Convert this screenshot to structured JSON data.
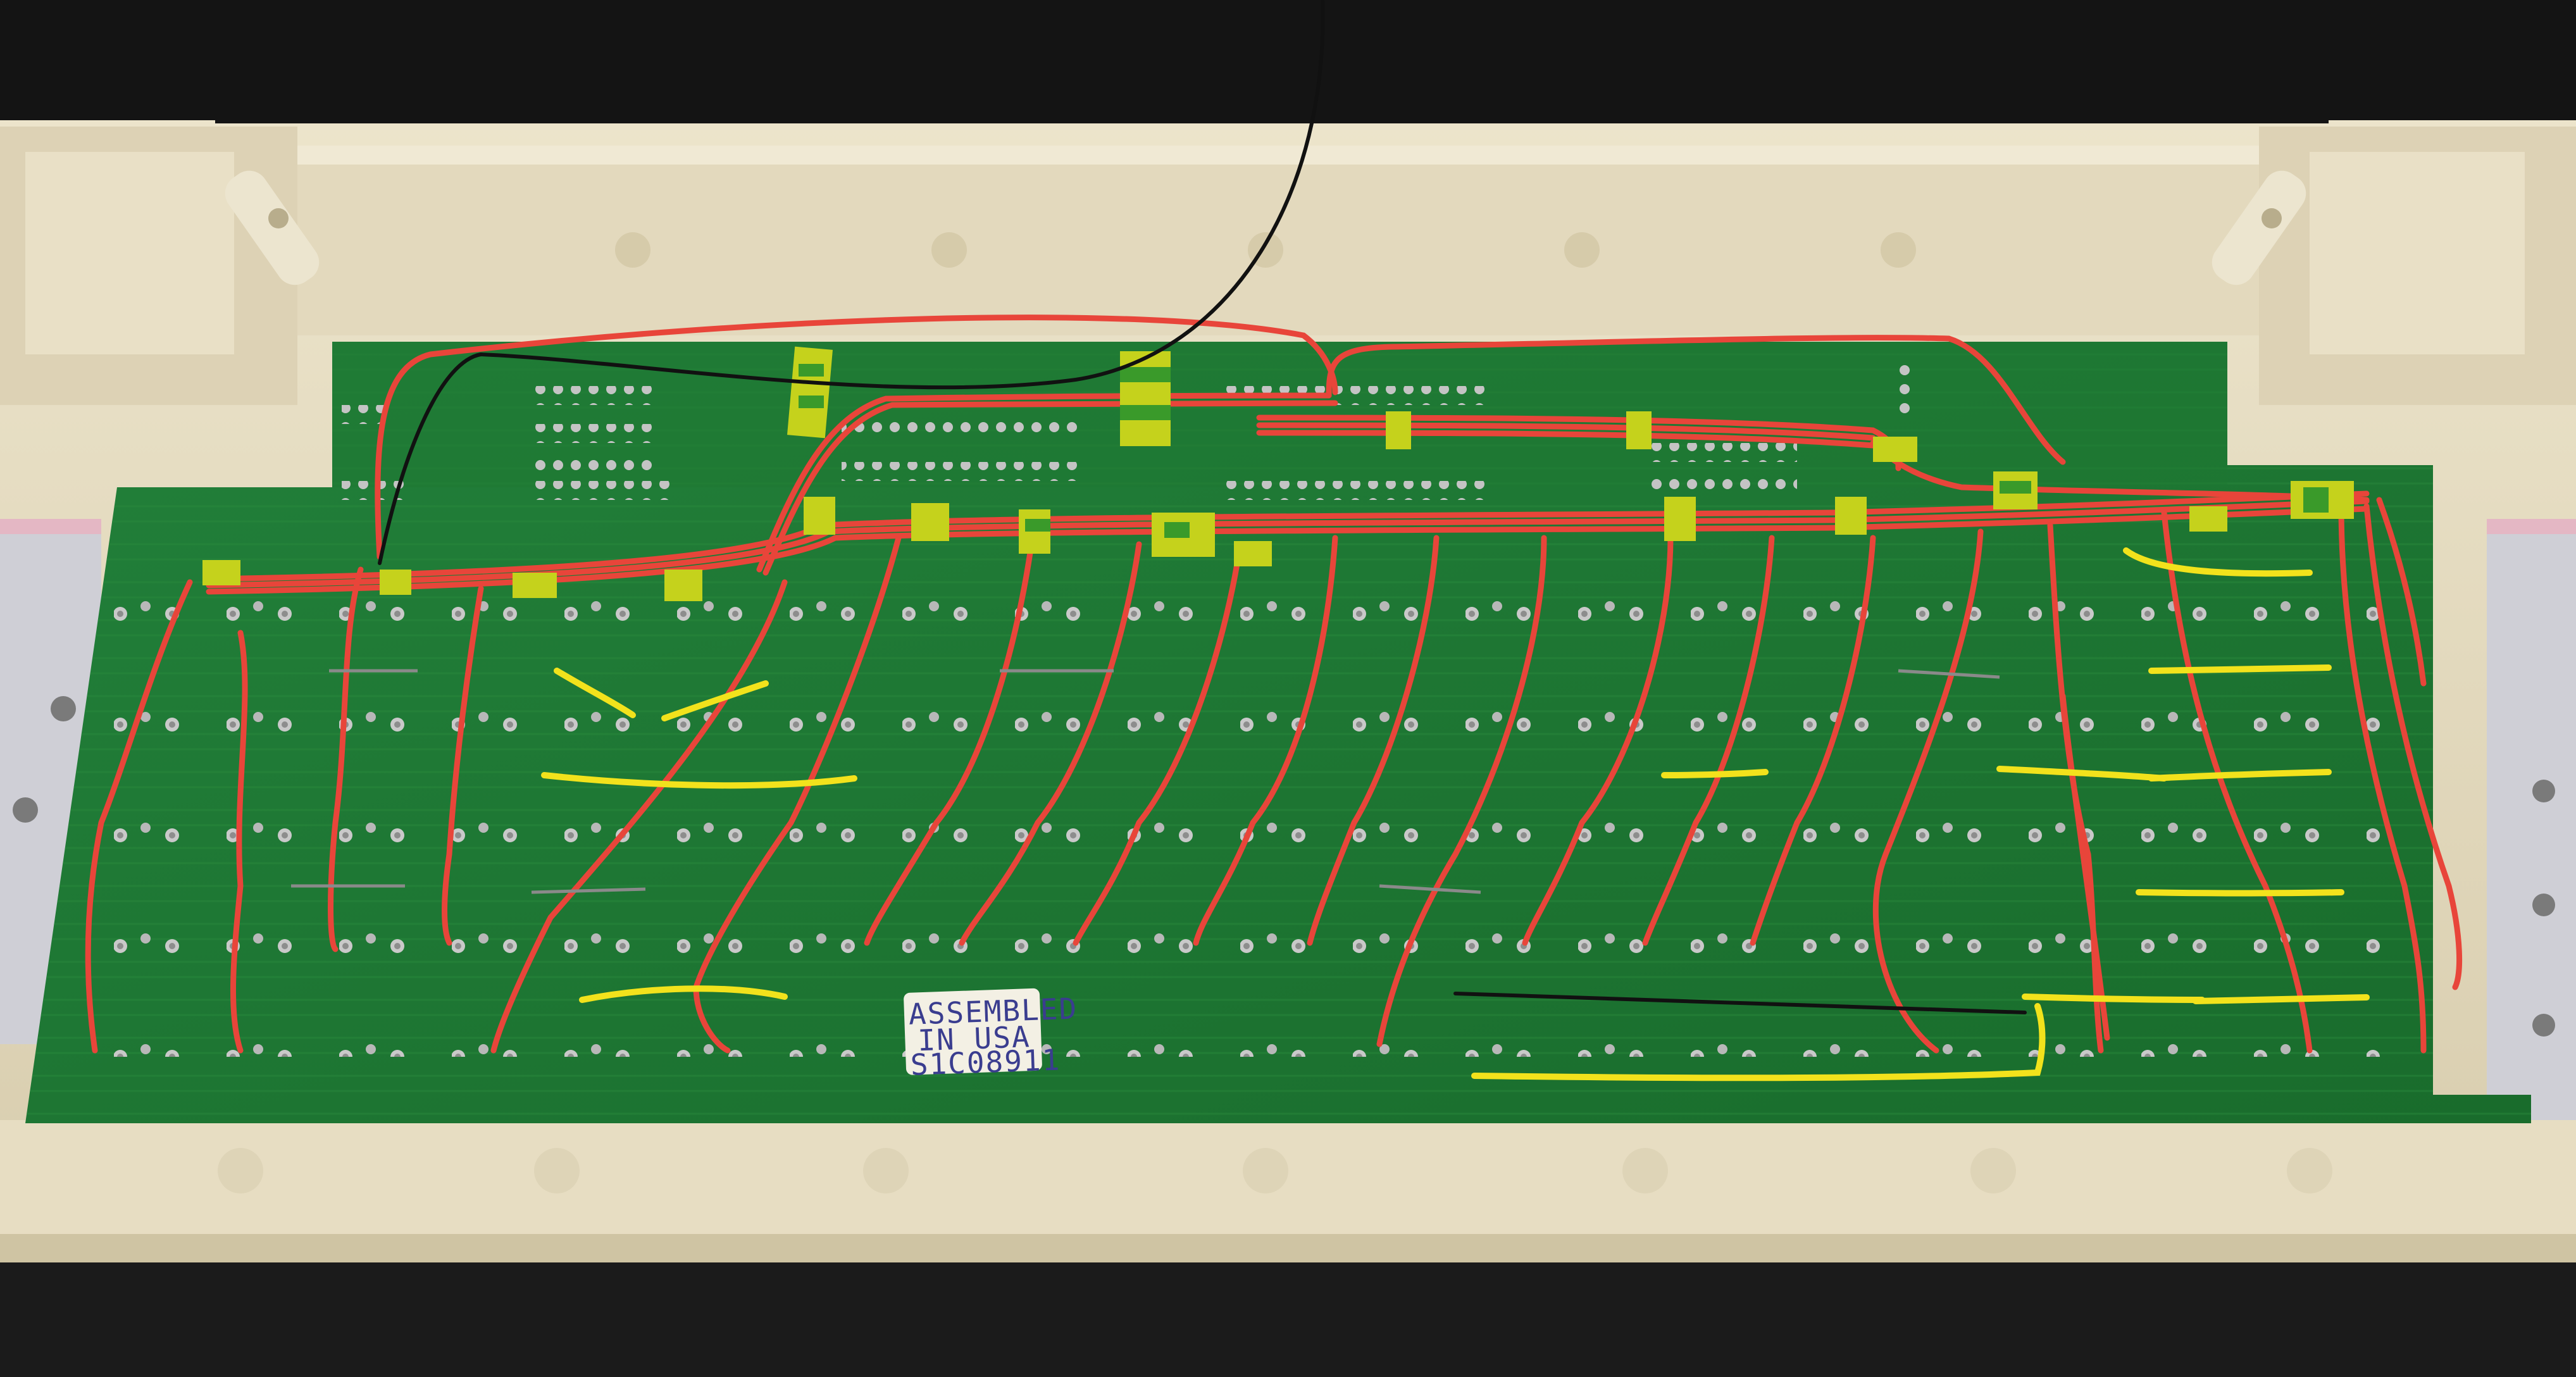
{
  "photo": {
    "subject": "keyboard PCB underside with hand-wired patch wires",
    "colors": {
      "background_cloth": "#141414",
      "case_plastic": "#e6dcc0",
      "case_shadow": "#c9bd9c",
      "pcb_green": "#1f7a2e",
      "pcb_dark": "#15602a",
      "pcb_trace": "#2c8c3c",
      "wire_red": "#e8453a",
      "wire_yellow": "#f2e21c",
      "wire_black": "#111111",
      "solder": "#c9c9c9",
      "metal_rail": "#cfcfd6"
    }
  },
  "sticker": {
    "line1": "ASSEMBLED",
    "line2": "IN USA",
    "line3": "S1C08911"
  }
}
